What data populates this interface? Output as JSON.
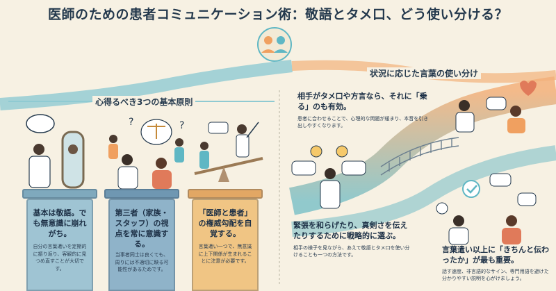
{
  "title": "医師のための患者コミュニケーション術：敬語とタメ口、どう使い分ける？",
  "left_section": {
    "label": "心得るべき3つの基本原則",
    "pillars": [
      {
        "heading": "基本は敬語。でも無意識に崩れがち。",
        "body": "自分の言葉遣いを定期的に振り返り、客観的に見つめ直すことが大切です。",
        "color": "#9fc4d3"
      },
      {
        "heading": "第三者（家族・スタッフ）の視点を常に意識する。",
        "body": "当事者同士は良くても、周りには不適切に映る可能性があるためです。",
        "color": "#8fb3c9"
      },
      {
        "heading": "「医師と患者」の権威勾配を自覚する。",
        "body": "言葉遣い一つで、無意識に上下関係が生まれることに注意が必要です。",
        "color": "#f0c584"
      }
    ]
  },
  "right_section": {
    "label": "状況に応じた言葉の使い分け",
    "blocks": [
      {
        "heading": "相手がタメ口や方言なら、それに「乗る」のも有効。",
        "body": "患者に合わせることで、心理的な問題が緩まり、本音を引き出しやすくなります。"
      },
      {
        "heading": "緊張を和らげたり、真剣さを伝えたりするために戦略的に選ぶ。",
        "body": "相手の様子を見ながら、あえて敬語とタメ口を使い分けることも一つの方法です。"
      },
      {
        "heading": "言葉遣い以上に「きちんと伝わったか」が最も重要。",
        "body": "話す速度、非言語的なサイン、専門用語を避けた分かりやすい説明を心がけましょう。"
      }
    ]
  },
  "colors": {
    "background": "#f7f1e3",
    "teal": "#5fb7c4",
    "orange": "#f0a060",
    "navy": "#24394d"
  }
}
